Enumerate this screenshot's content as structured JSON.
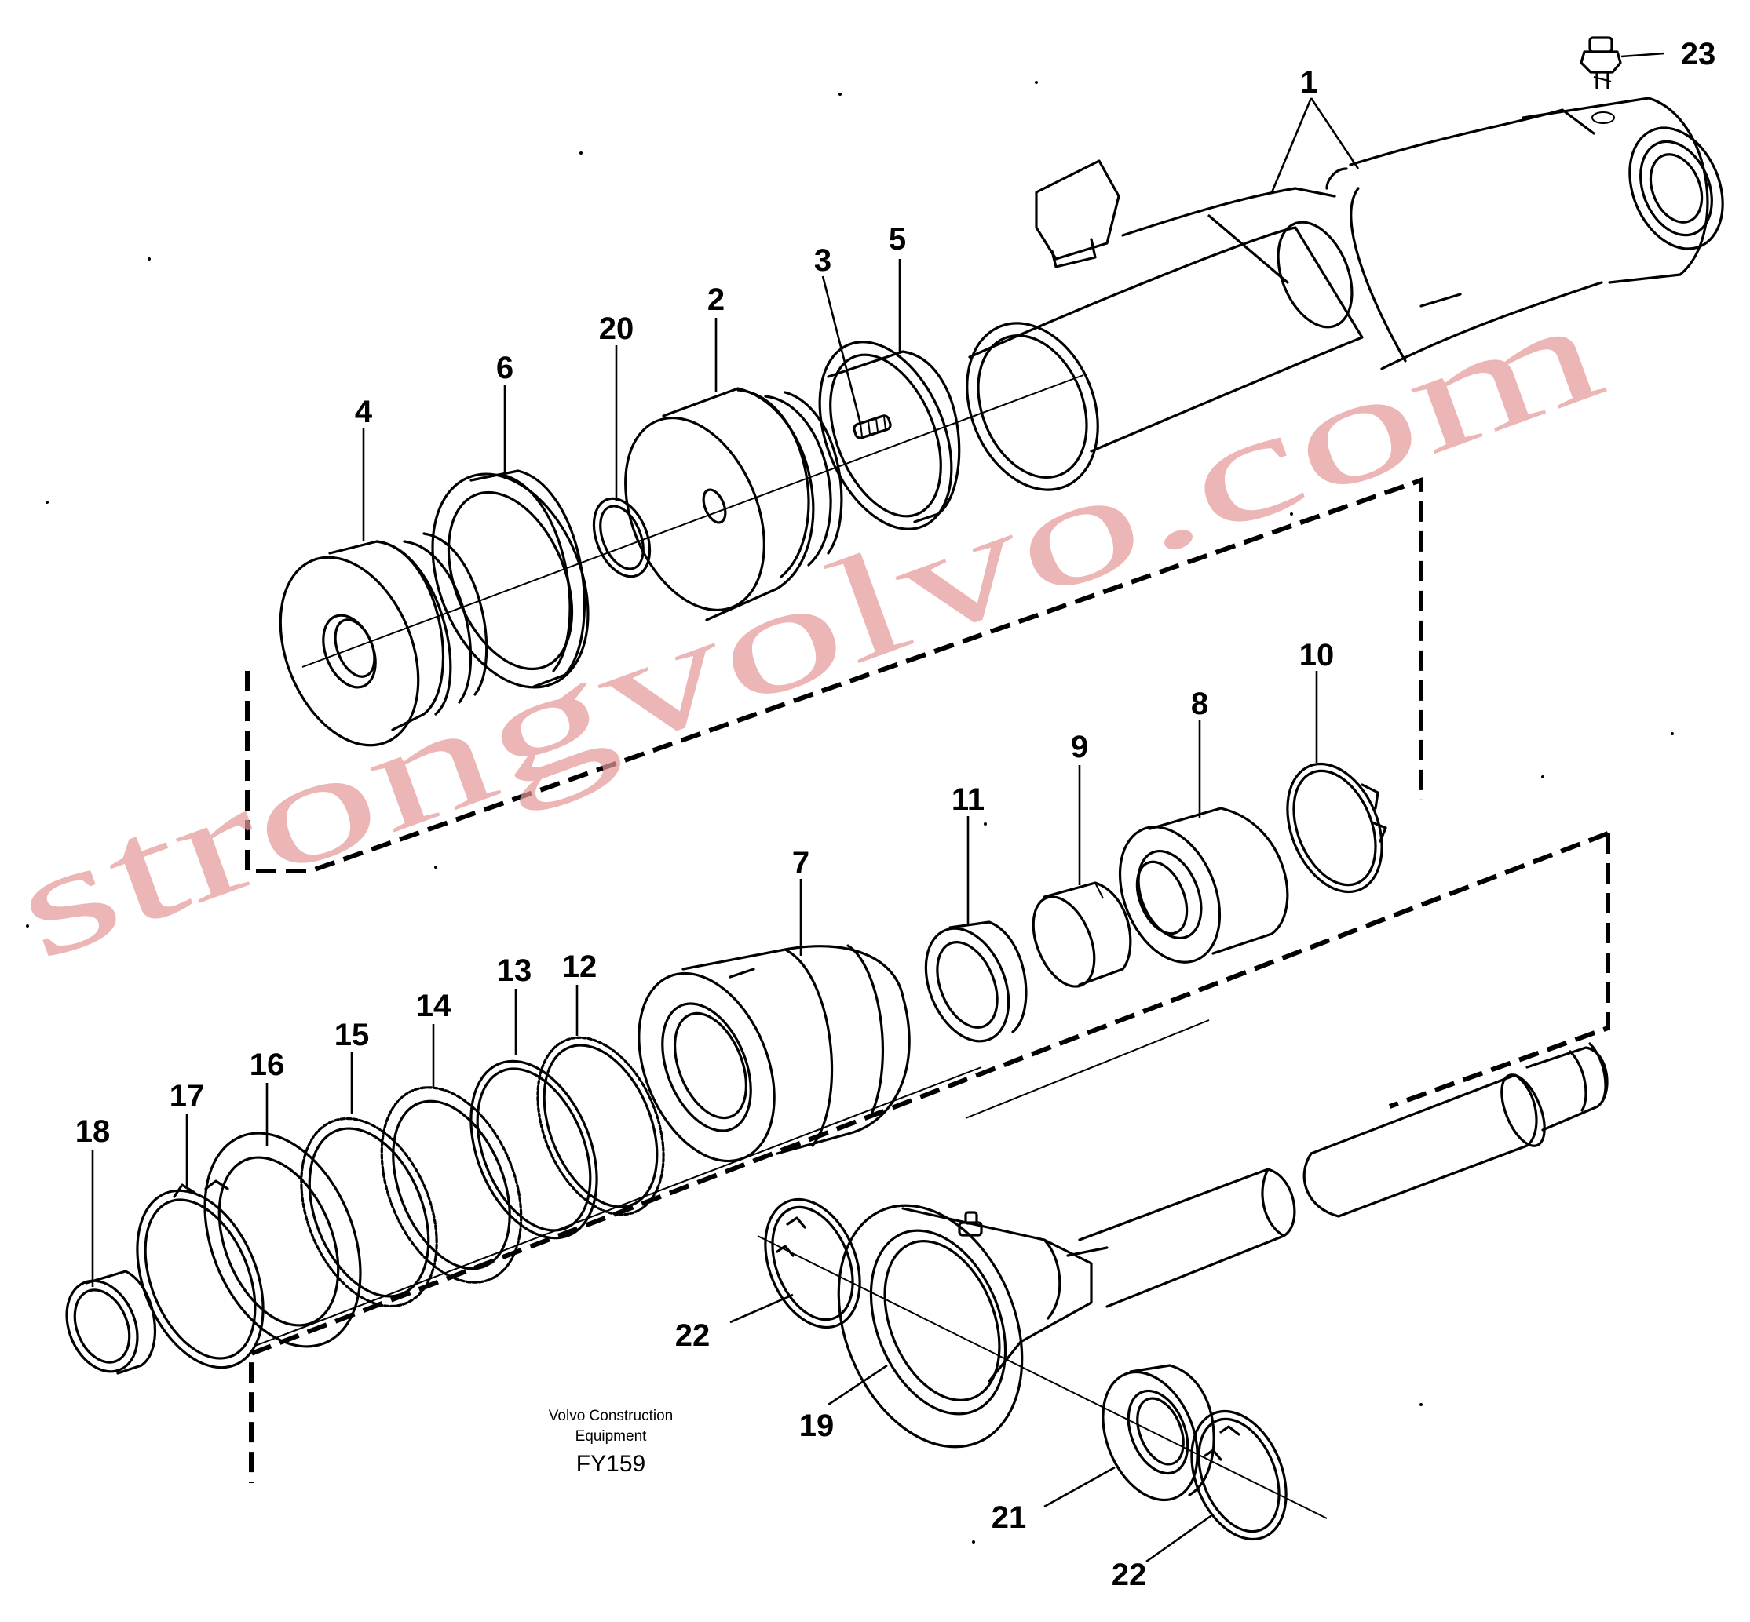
{
  "caption": {
    "line1": "Volvo Construction",
    "line2": "Equipment",
    "code": "FY159"
  },
  "watermark": "strongvolvo.com",
  "watermark_color": "#e49a9a",
  "callouts": [
    "1",
    "2",
    "3",
    "4",
    "5",
    "6",
    "7",
    "8",
    "9",
    "10",
    "11",
    "12",
    "13",
    "14",
    "15",
    "16",
    "17",
    "18",
    "19",
    "20",
    "21",
    "22",
    "22",
    "23"
  ]
}
